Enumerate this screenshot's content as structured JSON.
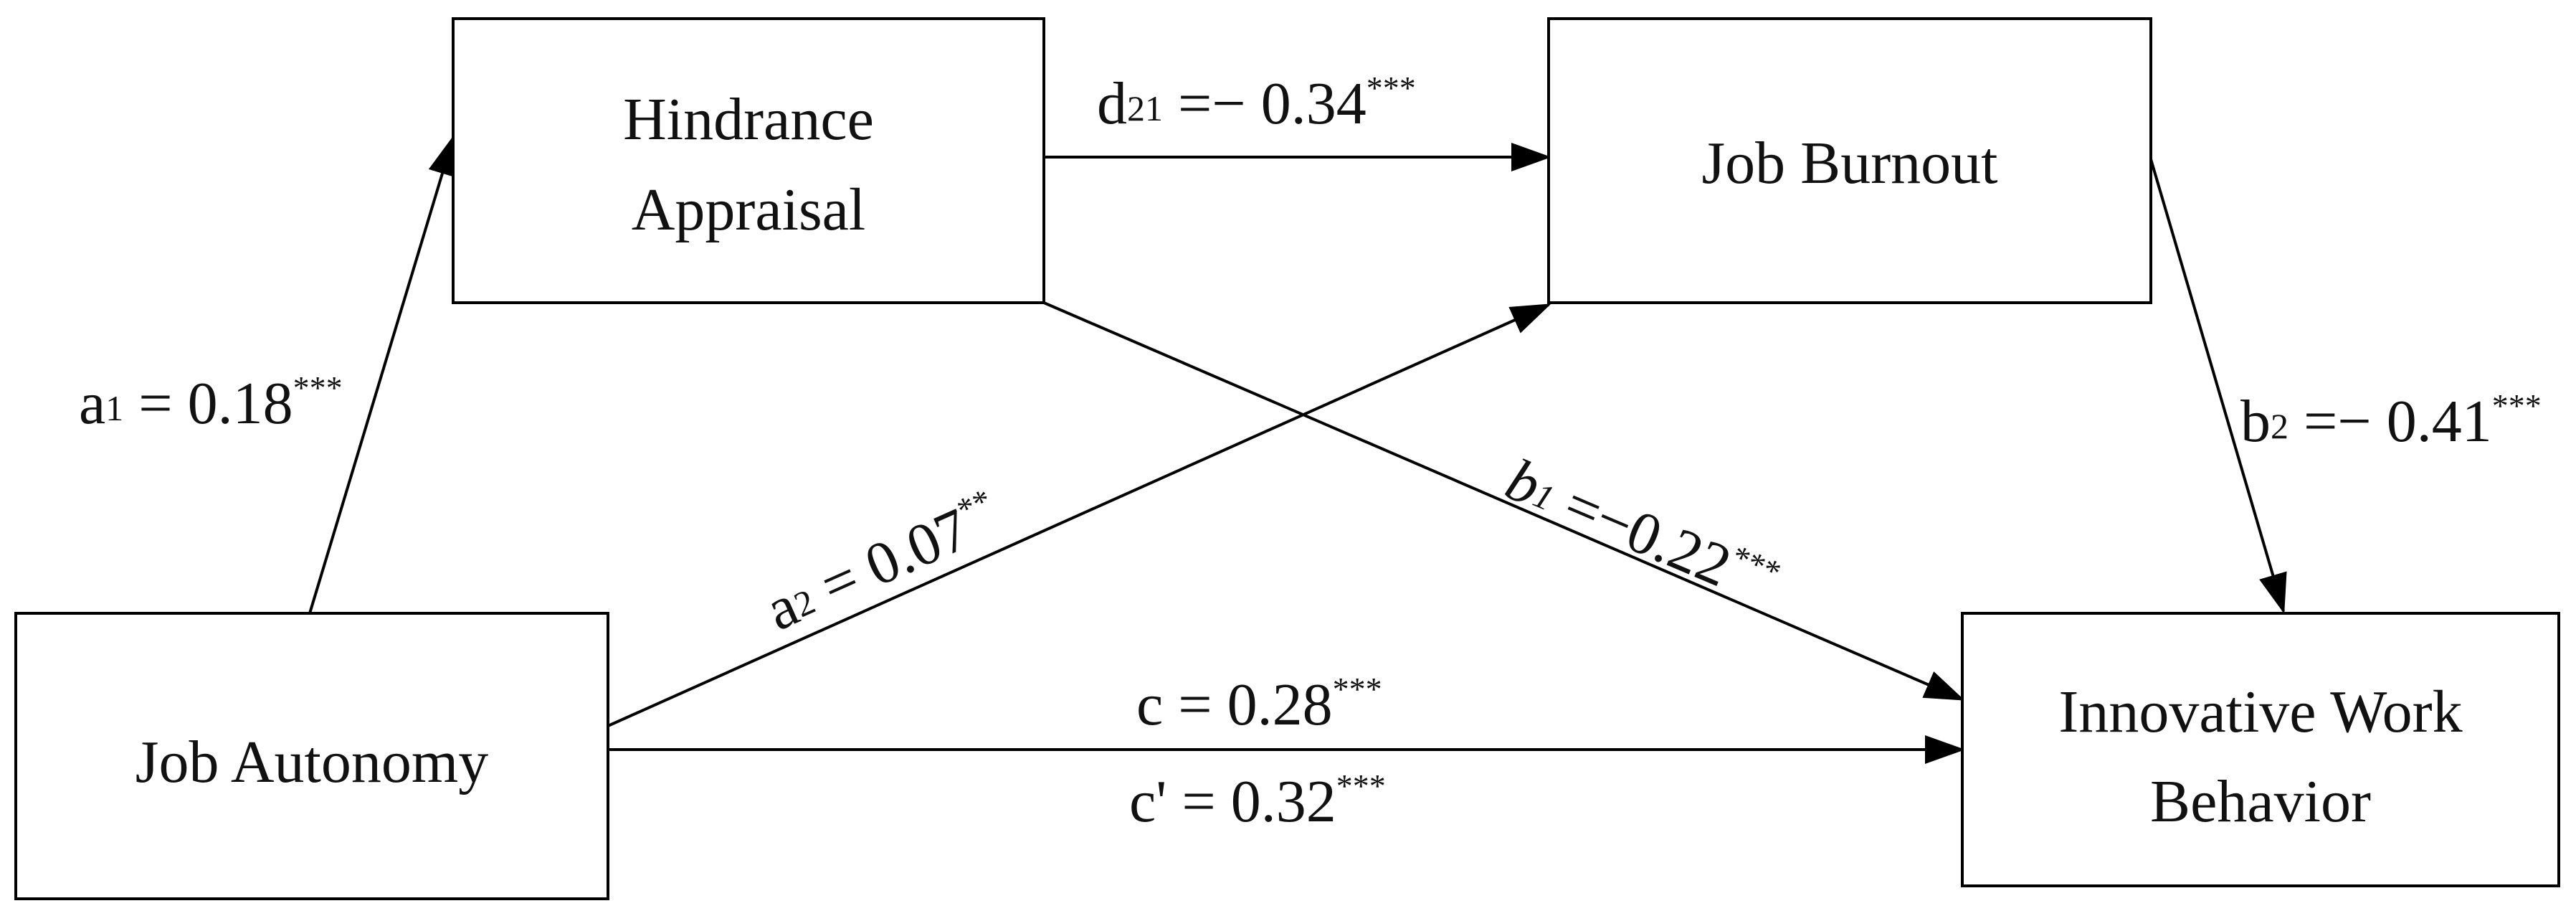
{
  "diagram": {
    "nodes": {
      "hindrance": {
        "line1": "Hindrance",
        "line2": "Appraisal"
      },
      "burnout": {
        "label": "Job Burnout"
      },
      "autonomy": {
        "label": "Job Autonomy"
      },
      "iwb": {
        "line1": "Innovative Work",
        "line2": "Behavior"
      }
    },
    "edges": {
      "a1": {
        "sym": "a",
        "sub": "1",
        "eq": " = 0.18",
        "sig": "***"
      },
      "a2": {
        "sym": "a",
        "sub": "2",
        "eq": " = 0.07",
        "sig": "**"
      },
      "d21": {
        "sym": "d",
        "sub": "21",
        "eq": " =− 0.34",
        "sig": "***"
      },
      "b1": {
        "sym": "b",
        "sub": "1",
        "eq": " =−0.22",
        "sig": "***"
      },
      "b2": {
        "sym": "b",
        "sub": "2",
        "eq": " =− 0.41",
        "sig": "***"
      },
      "c": {
        "text": "c = 0.28",
        "sig": "***"
      },
      "c_prime": {
        "text": "c' = 0.32",
        "sig": "***"
      }
    }
  }
}
